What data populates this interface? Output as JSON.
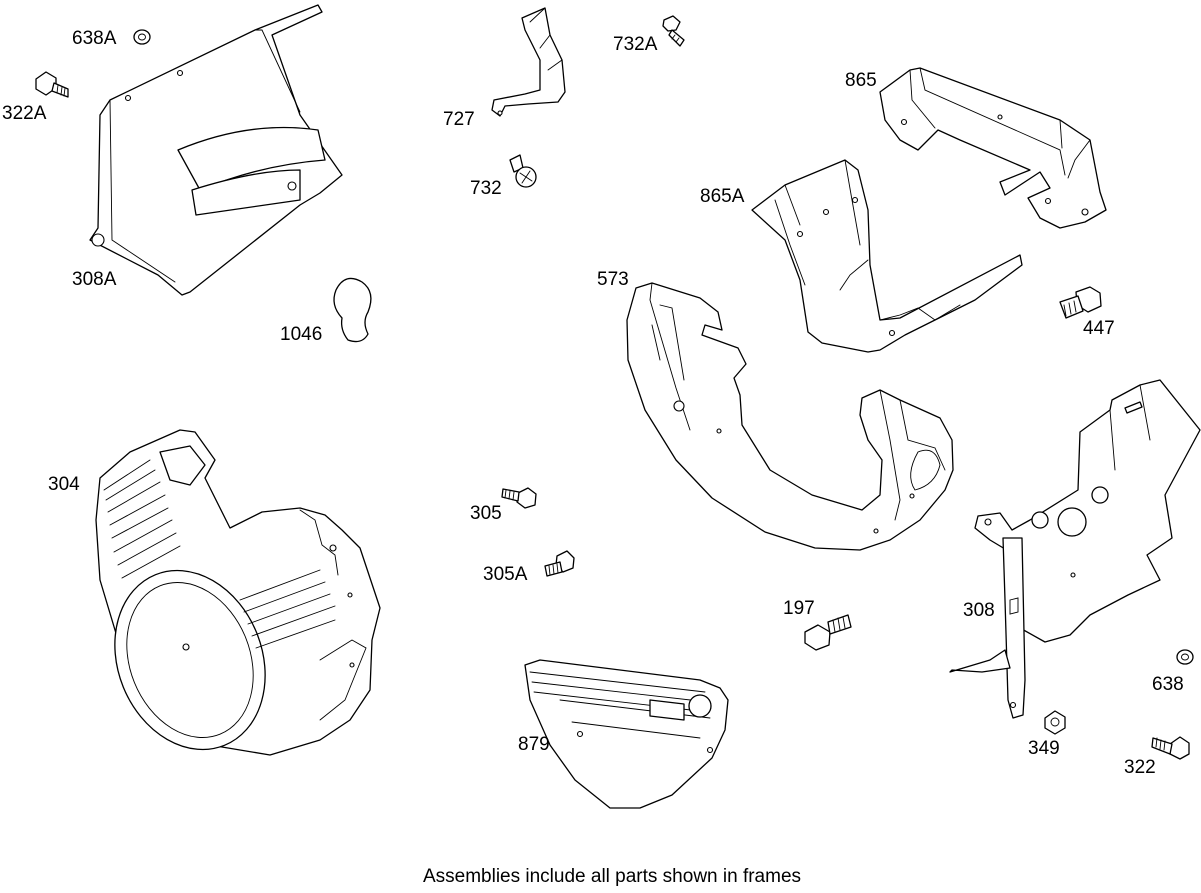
{
  "caption": "Assemblies include all parts shown in frames",
  "labels": {
    "p638A": "638A",
    "p322A": "322A",
    "p308A": "308A",
    "p1046": "1046",
    "p727": "727",
    "p732A": "732A",
    "p732": "732",
    "p865": "865",
    "p865A": "865A",
    "p573": "573",
    "p447": "447",
    "p304": "304",
    "p305": "305",
    "p305A": "305A",
    "p197": "197",
    "p308": "308",
    "p638": "638",
    "p349": "349",
    "p322": "322",
    "p879": "879"
  }
}
